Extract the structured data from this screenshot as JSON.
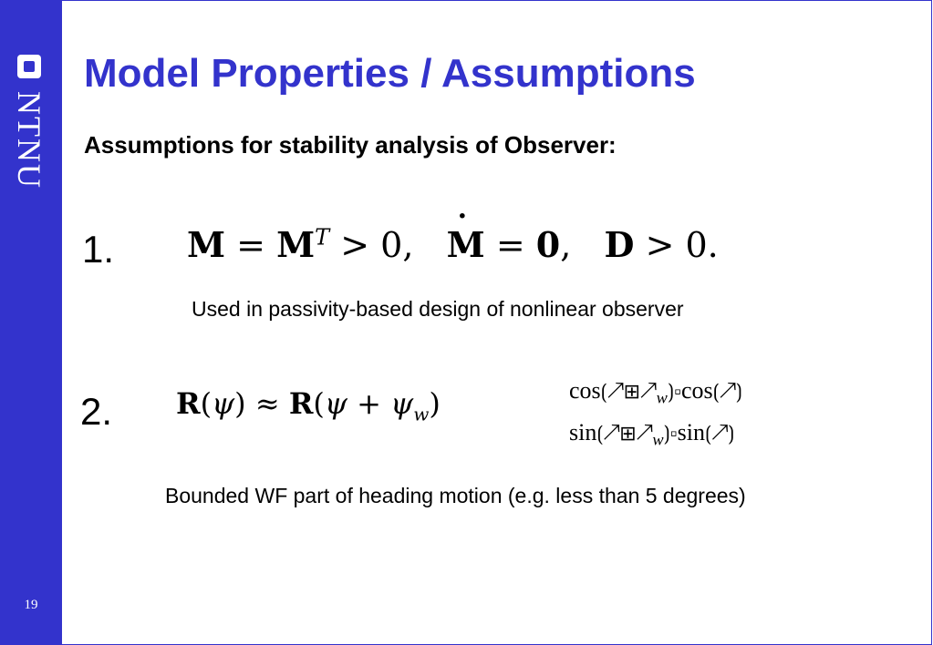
{
  "sidebar": {
    "logo_text": "NTNU",
    "page_number": "19"
  },
  "slide": {
    "title": "Model Properties / Assumptions",
    "subtitle": "Assumptions for stability analysis of Observer:",
    "item1": {
      "number": "1.",
      "equation": "M = M^T > 0,   Ṁ = 0,   D > 0.",
      "caption": "Used in passivity-based design of nonlinear observer"
    },
    "item2": {
      "number": "2.",
      "equation": "R(ψ) ≈ R(ψ + ψ_w)",
      "approx_cos": {
        "lead": "cos",
        "mid": "cos"
      },
      "approx_sin": {
        "lead": "sin",
        "mid": "sin"
      },
      "caption": "Bounded WF part of heading motion (e.g. less than 5 degrees)"
    }
  },
  "colors": {
    "sidebar": "#3333cc",
    "title": "#3333cc",
    "background": "#ffffff"
  }
}
